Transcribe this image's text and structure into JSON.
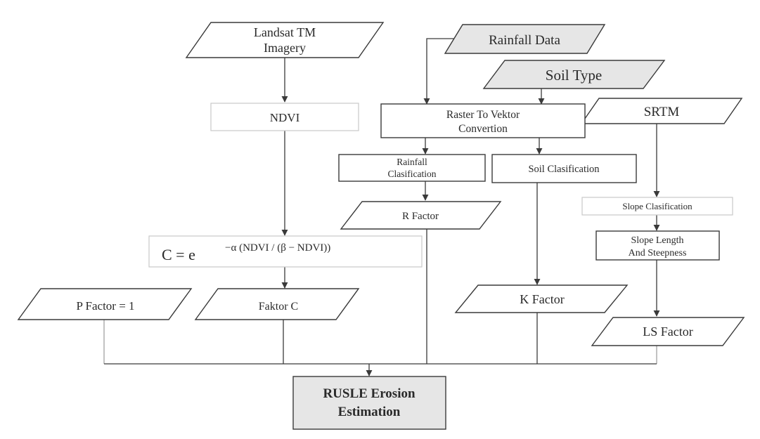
{
  "nodes": {
    "landsat": {
      "line1": "Landsat TM",
      "line2": "Imagery"
    },
    "rainfall_data": "Rainfall Data",
    "soil_type": "Soil Type",
    "srtm": "SRTM",
    "ndvi": "NDVI",
    "raster_to_vektor": {
      "line1": "Raster To Vektor",
      "line2": "Convertion"
    },
    "rainfall_classification": {
      "line1": "Rainfall",
      "line2": "Clasification"
    },
    "soil_classification": "Soil Clasification",
    "r_factor": "R Factor",
    "slope_classification": "Slope Clasification",
    "slope_length": {
      "line1": "Slope Length",
      "line2": "And Steepness"
    },
    "c_formula": {
      "lhs": "C = e",
      "exponent": "−α (NDVI / (β − NDVI))"
    },
    "p_factor": "P Factor = 1",
    "faktor_c": "Faktor C",
    "k_factor": "K Factor",
    "ls_factor": "LS Factor",
    "rusle": {
      "line1": "RUSLE Erosion",
      "line2": "Estimation"
    }
  }
}
